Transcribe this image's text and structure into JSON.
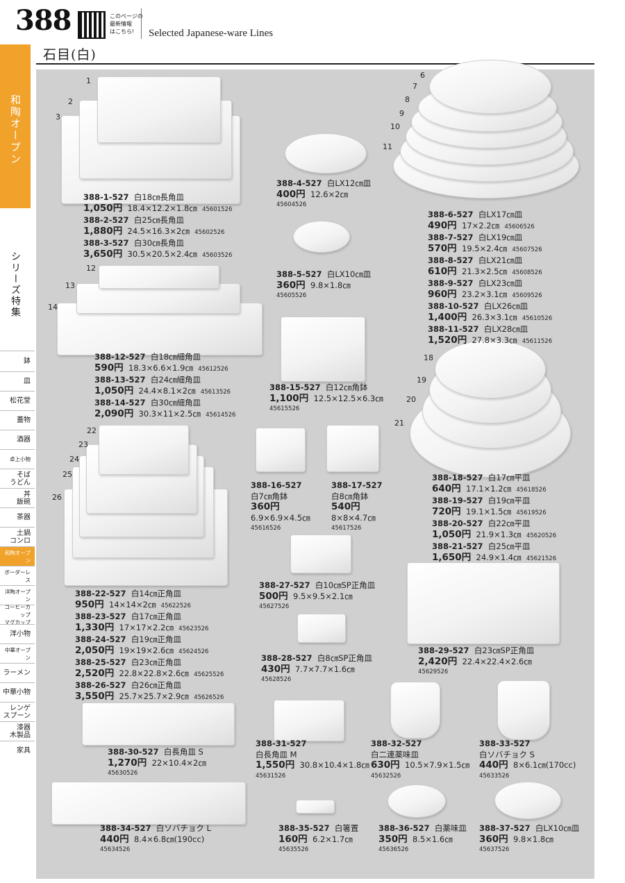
{
  "header": {
    "page_number": "388",
    "qr_note": [
      "このページの",
      "最新情報",
      "はこちら!"
    ],
    "english_title": "Selected Japanese-ware Lines",
    "series_title": "石目(白)"
  },
  "category_tab": "和陶オープン",
  "series_label": "シリーズ特集",
  "side_nav": [
    {
      "label": "鉢",
      "small": false
    },
    {
      "label": "皿",
      "small": false
    },
    {
      "label": "松花堂",
      "small": false
    },
    {
      "label": "蓋物",
      "small": false
    },
    {
      "label": "酒器",
      "small": false
    },
    {
      "label": "卓上小物",
      "small": true
    },
    {
      "label": "そば\nうどん",
      "small": false
    },
    {
      "label": "丼\n飯碗",
      "small": false
    },
    {
      "label": "茶器",
      "small": false
    },
    {
      "label": "土鍋\nコンロ",
      "small": false
    },
    {
      "label": "和陶オープン",
      "small": true,
      "active": true
    },
    {
      "label": "ボーダーレス",
      "small": true
    },
    {
      "label": "洋陶オープン",
      "small": true
    },
    {
      "label": "コーヒーカップ\nマグカップ",
      "small": true
    },
    {
      "label": "洋小物",
      "small": false
    },
    {
      "label": "中華オープン",
      "small": true
    },
    {
      "label": "ラーメン",
      "small": false
    },
    {
      "label": "中華小物",
      "small": false
    },
    {
      "label": "レンゲ\nスプーン",
      "small": false
    },
    {
      "label": "漆器\n木製品",
      "small": false
    },
    {
      "label": "家具",
      "small": false
    }
  ],
  "figure_numbers": [
    "1",
    "2",
    "3",
    "6",
    "7",
    "8",
    "9",
    "10",
    "11",
    "12",
    "13",
    "14",
    "18",
    "19",
    "20",
    "21",
    "22",
    "23",
    "24",
    "25",
    "26"
  ],
  "products": [
    {
      "code": "388-1-527",
      "name": "白18㎝長角皿",
      "price": "1,050円",
      "size": "18.4×12.2×1.8㎝",
      "jan": "45601526"
    },
    {
      "code": "388-2-527",
      "name": "白25㎝長角皿",
      "price": "1,880円",
      "size": "24.5×16.3×2㎝",
      "jan": "45602526"
    },
    {
      "code": "388-3-527",
      "name": "白30㎝長角皿",
      "price": "3,650円",
      "size": "30.5×20.5×2.4㎝",
      "jan": "45603526"
    },
    {
      "code": "388-4-527",
      "name": "白LX12㎝皿",
      "price": "400円",
      "size": "12.6×2㎝",
      "jan": "45604526"
    },
    {
      "code": "388-5-527",
      "name": "白LX10㎝皿",
      "price": "360円",
      "size": "9.8×1.8㎝",
      "jan": "45605526"
    },
    {
      "code": "388-6-527",
      "name": "白LX17㎝皿",
      "price": "490円",
      "size": "17×2.2㎝",
      "jan": "45606526"
    },
    {
      "code": "388-7-527",
      "name": "白LX19㎝皿",
      "price": "570円",
      "size": "19.5×2.4㎝",
      "jan": "45607526"
    },
    {
      "code": "388-8-527",
      "name": "白LX21㎝皿",
      "price": "610円",
      "size": "21.3×2.5㎝",
      "jan": "45608526"
    },
    {
      "code": "388-9-527",
      "name": "白LX23㎝皿",
      "price": "960円",
      "size": "23.2×3.1㎝",
      "jan": "45609526"
    },
    {
      "code": "388-10-527",
      "name": "白LX26㎝皿",
      "price": "1,400円",
      "size": "26.3×3.1㎝",
      "jan": "45610526"
    },
    {
      "code": "388-11-527",
      "name": "白LX28㎝皿",
      "price": "1,520円",
      "size": "27.8×3.3㎝",
      "jan": "45611526"
    },
    {
      "code": "388-12-527",
      "name": "白18㎝細角皿",
      "price": "590円",
      "size": "18.3×6.6×1.9㎝",
      "jan": "45612526"
    },
    {
      "code": "388-13-527",
      "name": "白24㎝細角皿",
      "price": "1,050円",
      "size": "24.4×8.1×2㎝",
      "jan": "45613526"
    },
    {
      "code": "388-14-527",
      "name": "白30㎝細角皿",
      "price": "2,090円",
      "size": "30.3×11×2.5㎝",
      "jan": "45614526"
    },
    {
      "code": "388-15-527",
      "name": "白12㎝角鉢",
      "price": "1,100円",
      "size": "12.5×12.5×6.3㎝",
      "jan": "45615526"
    },
    {
      "code": "388-16-527",
      "name": "白7㎝角鉢",
      "price": "360円",
      "size": "6.9×6.9×4.5㎝",
      "jan": "45616526"
    },
    {
      "code": "388-17-527",
      "name": "白8㎝角鉢",
      "price": "540円",
      "size": "8×8×4.7㎝",
      "jan": "45617526"
    },
    {
      "code": "388-18-527",
      "name": "白17㎝平皿",
      "price": "640円",
      "size": "17.1×1.2㎝",
      "jan": "45618526"
    },
    {
      "code": "388-19-527",
      "name": "白19㎝平皿",
      "price": "720円",
      "size": "19.1×1.5㎝",
      "jan": "45619526"
    },
    {
      "code": "388-20-527",
      "name": "白22㎝平皿",
      "price": "1,050円",
      "size": "21.9×1.3㎝",
      "jan": "45620526"
    },
    {
      "code": "388-21-527",
      "name": "白25㎝平皿",
      "price": "1,650円",
      "size": "24.9×1.4㎝",
      "jan": "45621526"
    },
    {
      "code": "388-22-527",
      "name": "白14㎝正角皿",
      "price": "950円",
      "size": "14×14×2㎝",
      "jan": "45622526"
    },
    {
      "code": "388-23-527",
      "name": "白17㎝正角皿",
      "price": "1,330円",
      "size": "17×17×2.2㎝",
      "jan": "45623526"
    },
    {
      "code": "388-24-527",
      "name": "白19㎝正角皿",
      "price": "2,050円",
      "size": "19×19×2.6㎝",
      "jan": "45624526"
    },
    {
      "code": "388-25-527",
      "name": "白23㎝正角皿",
      "price": "2,520円",
      "size": "22.8×22.8×2.6㎝",
      "jan": "45625526"
    },
    {
      "code": "388-26-527",
      "name": "白26㎝正角皿",
      "price": "3,550円",
      "size": "25.7×25.7×2.9㎝",
      "jan": "45626526"
    },
    {
      "code": "388-27-527",
      "name": "白10㎝SP正角皿",
      "price": "500円",
      "size": "9.5×9.5×2.1㎝",
      "jan": "45627526"
    },
    {
      "code": "388-28-527",
      "name": "白8㎝SP正角皿",
      "price": "430円",
      "size": "7.7×7.7×1.6㎝",
      "jan": "45628526"
    },
    {
      "code": "388-29-527",
      "name": "白23㎝SP正角皿",
      "price": "2,420円",
      "size": "22.4×22.4×2.6㎝",
      "jan": "45629526"
    },
    {
      "code": "388-30-527",
      "name": "白長角皿 S",
      "price": "1,270円",
      "size": "22×10.4×2㎝",
      "jan": "45630526"
    },
    {
      "code": "388-31-527",
      "name": "白長角皿 M",
      "price": "1,550円",
      "size": "30.8×10.4×1.8㎝",
      "jan": "45631526"
    },
    {
      "code": "388-32-527",
      "name": "白二連薬味皿",
      "price": "630円",
      "size": "10.5×7.9×1.5㎝",
      "jan": "45632526"
    },
    {
      "code": "388-33-527",
      "name": "白ソバチョク S",
      "price": "440円",
      "size": "8×6.1㎝(170cc)",
      "jan": "45633526"
    },
    {
      "code": "388-34-527",
      "name": "白ソバチョク L",
      "price": "440円",
      "size": "8.4×6.8㎝(190cc)",
      "jan": "45634526"
    },
    {
      "code": "388-35-527",
      "name": "白箸置",
      "price": "160円",
      "size": "6.2×1.7㎝",
      "jan": "45635526"
    },
    {
      "code": "388-36-527",
      "name": "白薬味皿",
      "price": "350円",
      "size": "8.5×1.6㎝",
      "jan": "45636526"
    },
    {
      "code": "388-37-527",
      "name": "白LX10㎝皿",
      "price": "360円",
      "size": "9.8×1.8㎝",
      "jan": "45637526"
    }
  ]
}
